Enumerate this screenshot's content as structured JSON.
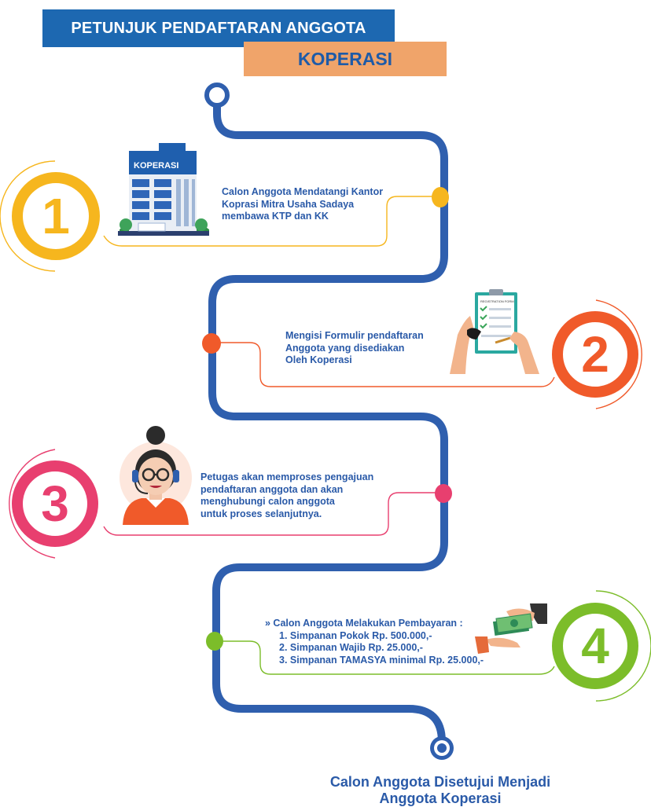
{
  "header": {
    "title": "PETUNJUK PENDAFTARAN ANGGOTA",
    "subtitle": "KOPERASI"
  },
  "colors": {
    "road": "#2f5fae",
    "step1": "#f6b61e",
    "step2": "#f05a2a",
    "step3": "#e83f6f",
    "step4": "#7cbd2a",
    "title_bg": "#1d68b1",
    "subtitle_bg": "#f0a46a"
  },
  "steps": [
    {
      "number": "1",
      "lines": [
        "Calon Anggota Mendatangi Kantor",
        "Koprasi Mitra Usaha Sadaya",
        "membawa KTP dan KK"
      ],
      "illustration_label": "KOPERASI",
      "illustration_icon": "office-building-icon"
    },
    {
      "number": "2",
      "lines": [
        "Mengisi Formulir pendaftaran",
        "Anggota yang disediakan",
        "Oleh Koperasi"
      ],
      "illustration_label": "REGISTRATION FORM",
      "illustration_icon": "registration-form-icon"
    },
    {
      "number": "3",
      "lines": [
        "Petugas akan memproses pengajuan",
        "pendaftaran anggota dan akan",
        "menghubungi calon anggota",
        "untuk proses selanjutnya."
      ],
      "illustration_icon": "customer-service-agent-icon"
    },
    {
      "number": "4",
      "lines": [
        "» Calon Anggota Melakukan Pembayaran :",
        "1. Simpanan Pokok Rp. 500.000,-",
        "2. Simpanan Wajib Rp. 25.000,-",
        "3. Simpanan TAMASYA minimal Rp. 25.000,-"
      ],
      "illustration_icon": "money-payment-icon"
    }
  ],
  "final": {
    "line1": "Calon Anggota Disetujui Menjadi",
    "line2": "Anggota Koperasi"
  }
}
